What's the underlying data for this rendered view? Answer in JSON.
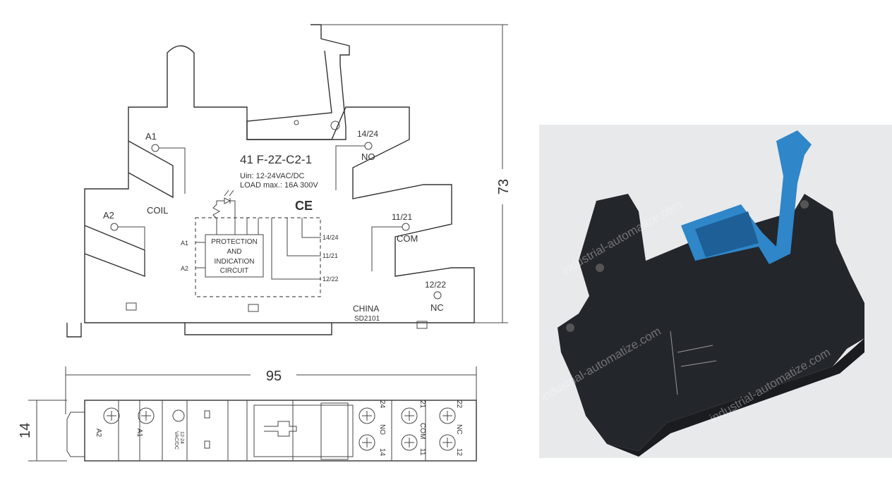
{
  "drawing": {
    "model": "41 F-2Z-C2-1",
    "voltage": "Uin: 12-24VAC/DC",
    "load": "LOAD max.: 16A 300V",
    "ce_mark": "CE",
    "terminals": {
      "a1": "A1",
      "a2": "A2",
      "coil": "COIL",
      "no_num": "14/24",
      "no": "NO",
      "com_num": "11/21",
      "com": "COM",
      "nc_num": "12/22",
      "nc": "NC"
    },
    "circuit": {
      "box_lines": [
        "PROTECTION",
        "AND",
        "INDICATION",
        "CIRCUIT"
      ],
      "in_a1": "A1",
      "in_a2": "A2",
      "out_1": "14/24",
      "out_2": "11/21",
      "out_3": "12/22"
    },
    "origin": "CHINA",
    "code": "SD2101",
    "dimensions": {
      "height": "73",
      "width": "95",
      "depth": "14"
    }
  },
  "bottom_view": {
    "a2": "A2",
    "a1": "A1",
    "voltage_l1": "12-24",
    "voltage_l2": "VAC/DC",
    "no": "NO",
    "no_top": "24",
    "no_bot": "14",
    "com": "COM",
    "com_top": "21",
    "com_bot": "11",
    "nc": "NC",
    "nc_top": "22",
    "nc_bot": "12"
  },
  "photo": {
    "watermark": "industrial-automatize.com",
    "colors": {
      "body": "#23262b",
      "clip": "#2f86c9",
      "background": "#e8e9eb"
    }
  }
}
